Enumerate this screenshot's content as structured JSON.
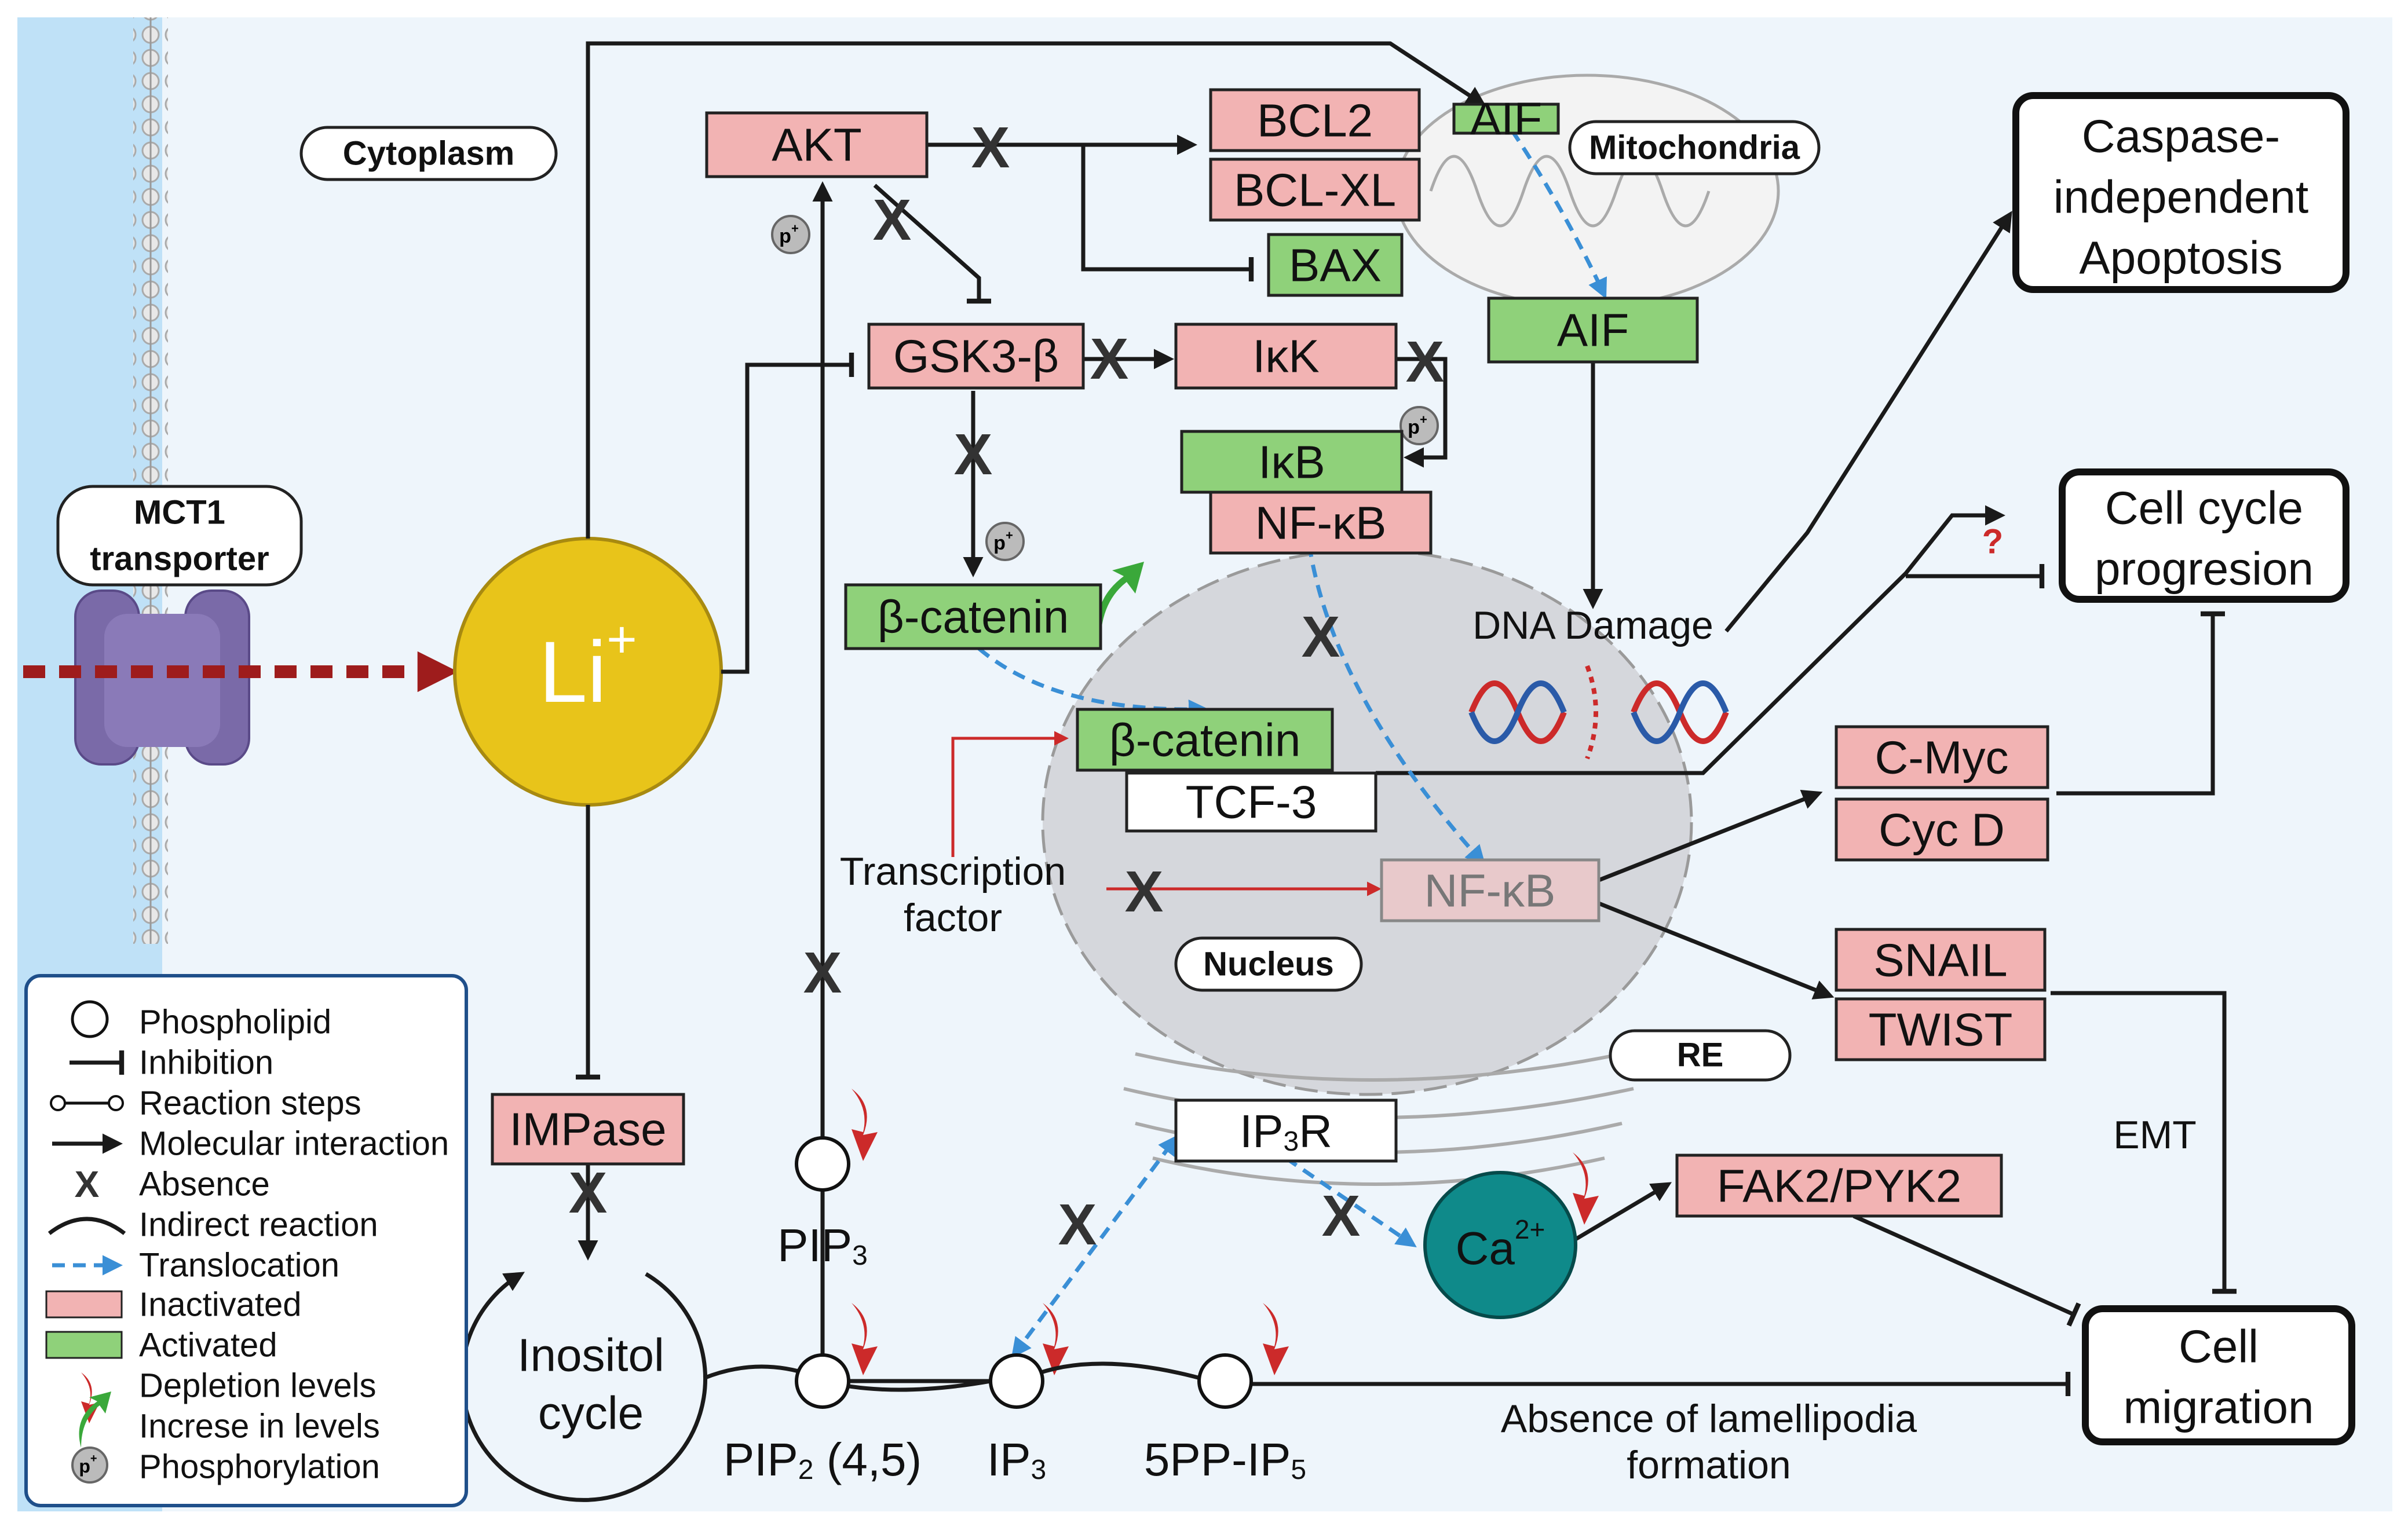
{
  "labels": {
    "cytoplasm": "Cytoplasm",
    "mitochondria": "Mitochondria",
    "nucleus": "Nucleus",
    "re": "RE",
    "mct1_line1": "MCT1",
    "mct1_line2": "transporter",
    "li": "Li",
    "li_sup": "+",
    "dna_damage": "DNA Damage",
    "transcription_line1": "Transcription",
    "transcription_line2": "factor",
    "emt": "EMT",
    "lamellipodia_line1": "Absence of lamellipodia",
    "lamellipodia_line2": "formation",
    "question": "?",
    "x": "X",
    "p": "p",
    "p_sup": "+"
  },
  "nodes": {
    "akt": "AKT",
    "bcl2": "BCL2",
    "bclxl": "BCL-XL",
    "bax": "BAX",
    "aif_small": "AIF",
    "aif": "AIF",
    "gsk3b": "GSK3-β",
    "ikk": "IκK",
    "ikb": "IκB",
    "nfkb_cyto": "NF-κB",
    "bcatenin_cyto": "β-catenin",
    "bcatenin_nuc": "β-catenin",
    "tcf3": "TCF-3",
    "nfkb_nuc": "NF-κB",
    "cmyc": "C-Myc",
    "cycd": "Cyc D",
    "snail": "SNAIL",
    "twist": "TWIST",
    "impase": "IMPase",
    "ip3r_main": "IP",
    "ip3r_sub": "3",
    "ip3r_tail": "R",
    "fak2": "FAK2/PYK2",
    "ca_main": "Ca",
    "ca_sup": "2+"
  },
  "outcomes": {
    "apoptosis_l1": "Caspase-",
    "apoptosis_l2": "independent",
    "apoptosis_l3": "Apoptosis",
    "cellcycle_l1": "Cell cycle",
    "cellcycle_l2": "progresion",
    "migration_l1": "Cell",
    "migration_l2": "migration"
  },
  "inositol": {
    "cycle_l1": "Inositol",
    "cycle_l2": "cycle",
    "pip3_main": "PIP",
    "pip3_sub": "3",
    "pip2_main": "PIP",
    "pip2_sub": "2",
    "pip2_tail": " (4,5)",
    "ip3_main": "IP",
    "ip3_sub": "3",
    "ip5_main": "5PP-IP",
    "ip5_sub": "5"
  },
  "legend": {
    "items": [
      "Phospholipid",
      "Inhibition",
      "Reaction steps",
      "Molecular interaction",
      "Absence",
      "Indirect reaction",
      "Translocation",
      "Inactivated",
      "Activated",
      "Depletion levels",
      "Increse in levels",
      "Phosphorylation"
    ]
  },
  "colors": {
    "inactivated": "#f2b3b3",
    "activated": "#8fd17a",
    "lithium": "#e8c41a",
    "calcium": "#0f8a8a",
    "membrane": "#bfe1f7",
    "nucleus": "#d5d7dc",
    "translocation": "#3a8fd6",
    "depletion": "#cc2a2a",
    "increase": "#3aa83a"
  }
}
